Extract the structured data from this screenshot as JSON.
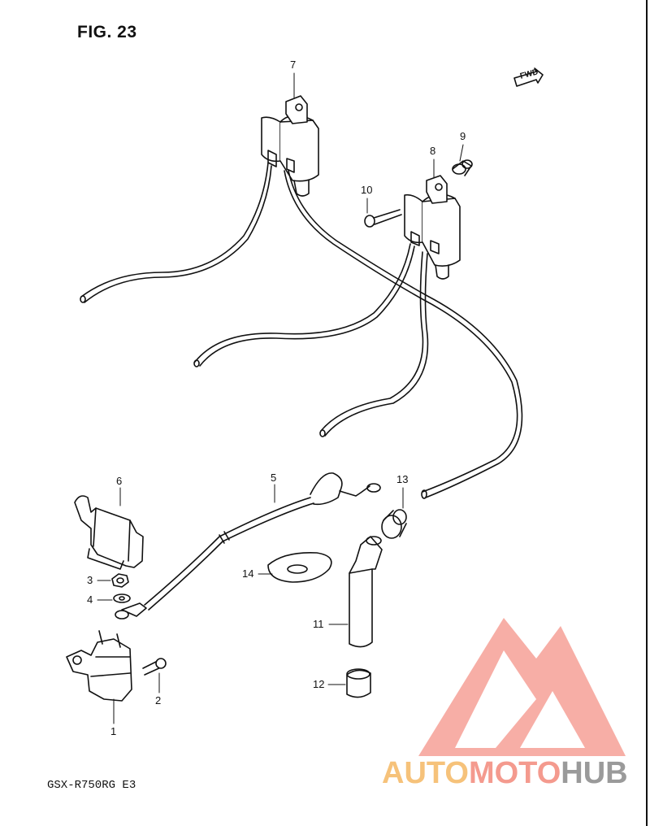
{
  "figure": {
    "title": "FIG. 23",
    "model": "GSX-R750RG E3",
    "fwd_label": "FWD"
  },
  "callouts": [
    "1",
    "2",
    "3",
    "4",
    "5",
    "6",
    "7",
    "8",
    "9",
    "10",
    "11",
    "12",
    "13",
    "14"
  ],
  "watermark": {
    "part1": "AUTO",
    "part2": "MOTO",
    "part3": "HUB",
    "colors": {
      "orange": "#f6c27a",
      "salmon": "#f49a8e",
      "gray": "#9a9a9a"
    }
  }
}
